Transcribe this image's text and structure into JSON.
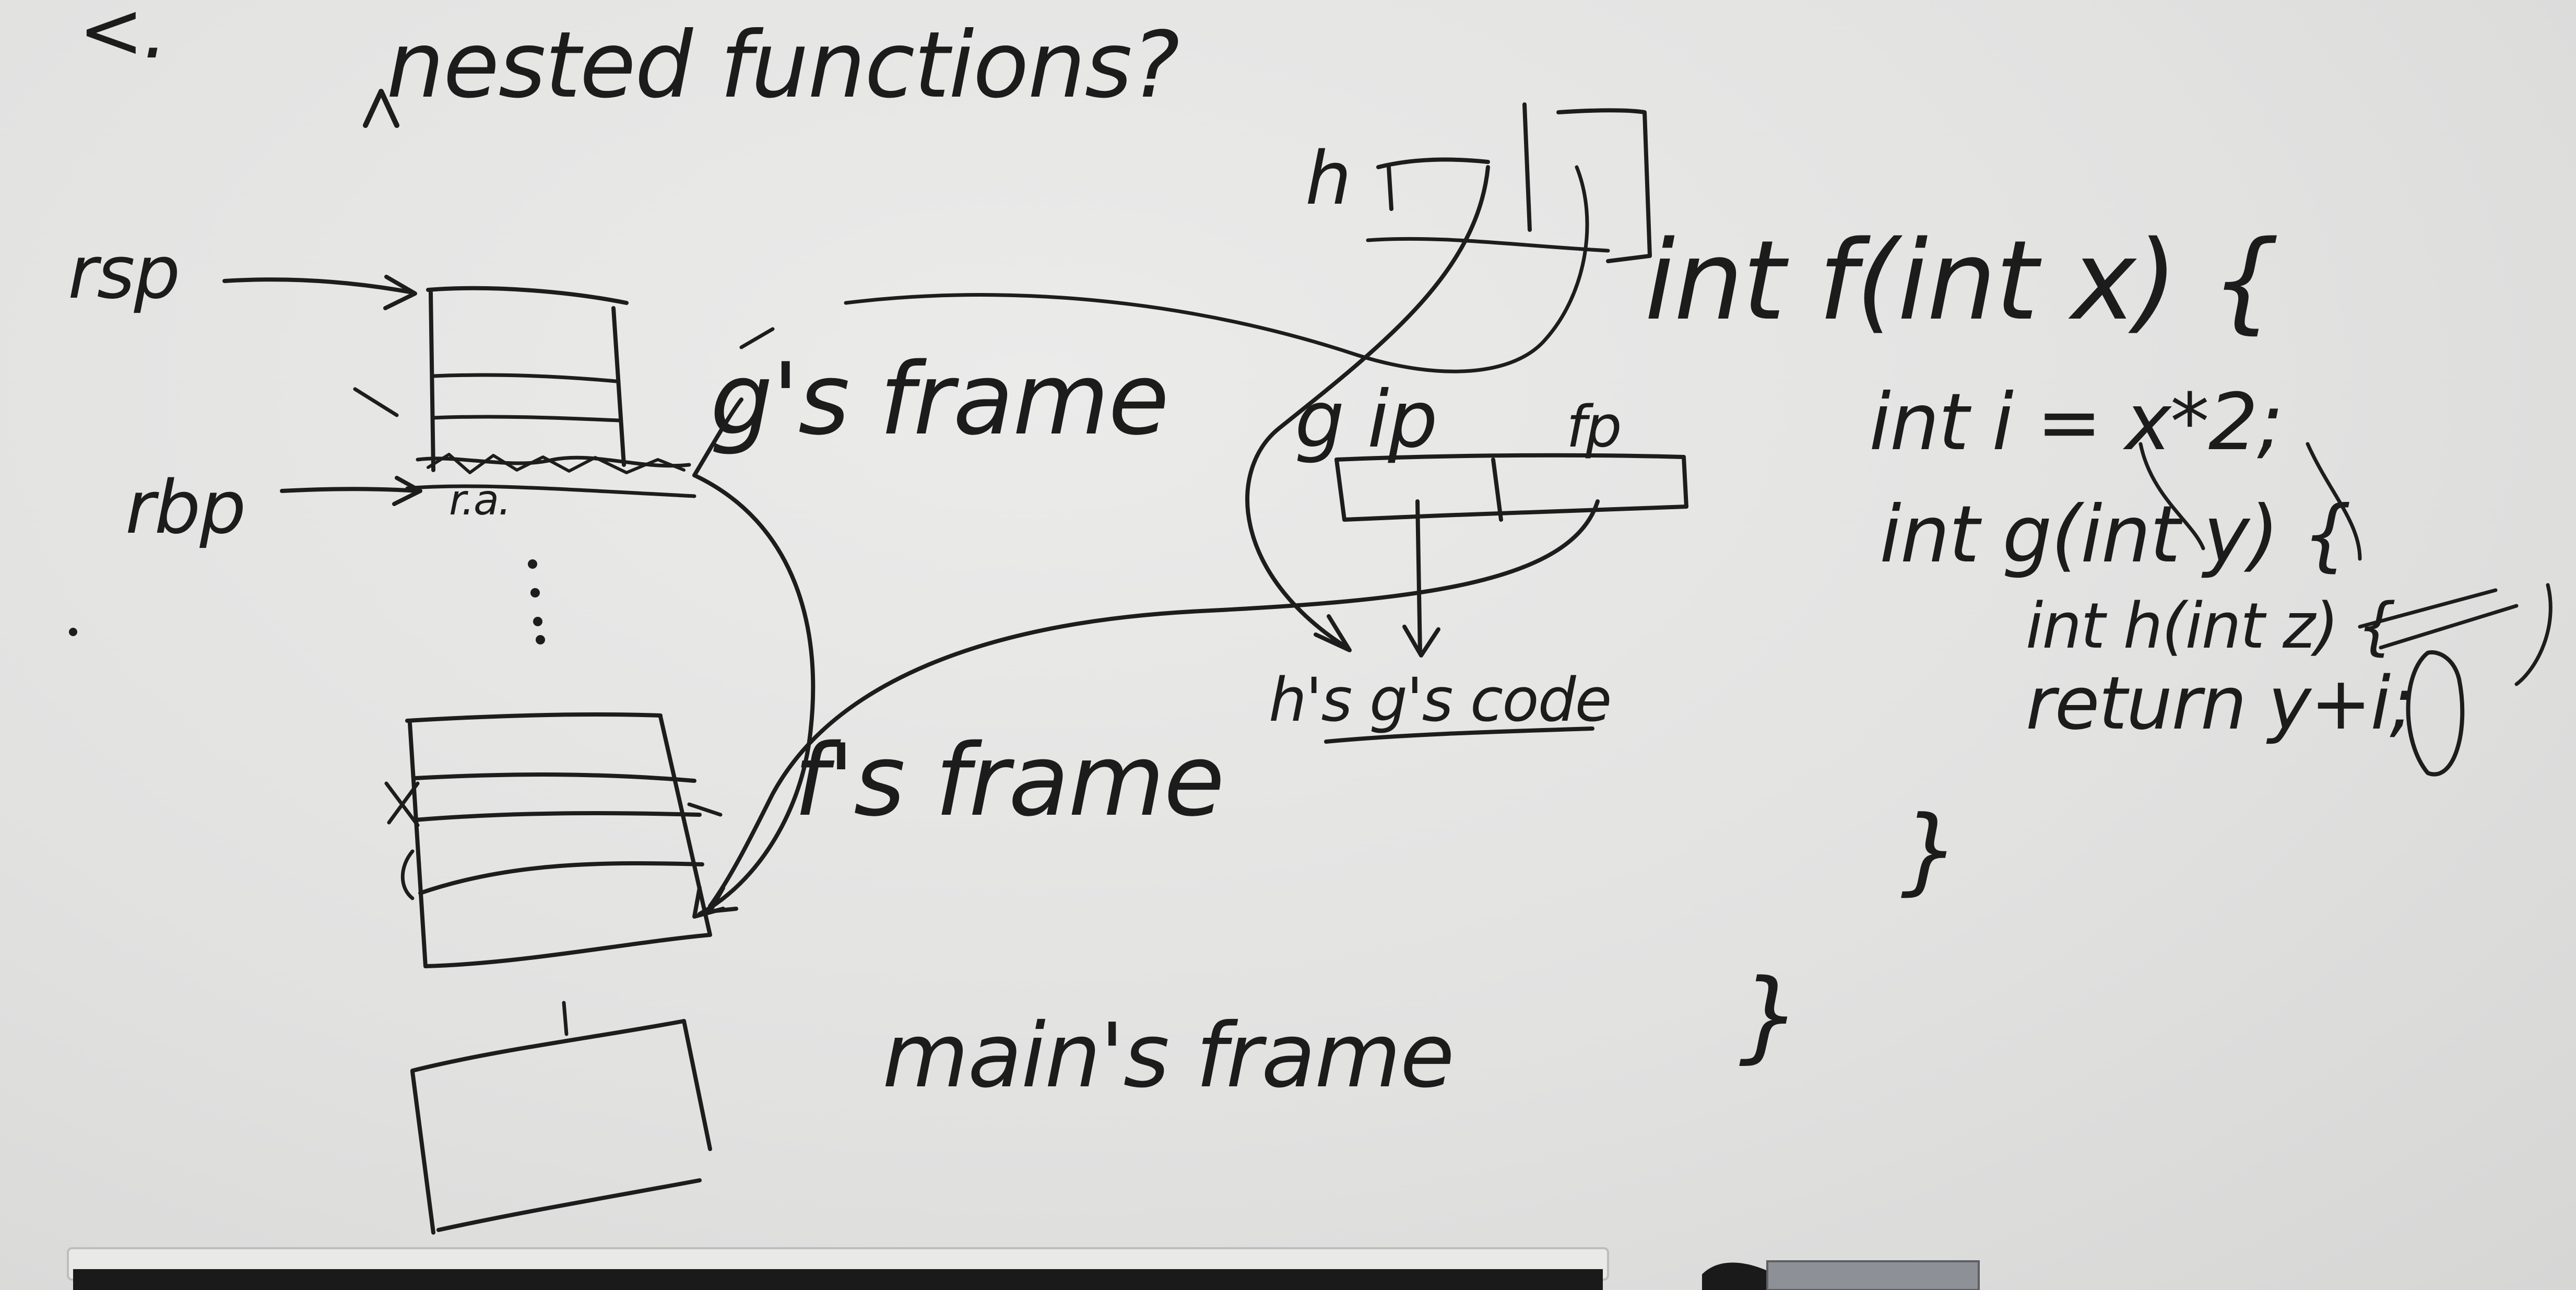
{
  "whiteboard": {
    "title": "nested functions?",
    "title_prefix": "<.",
    "stack": {
      "rsp_label": "rsp",
      "rbp_label": "rbp",
      "ra_label": "r.a.",
      "frames": [
        {
          "label": "g's frame"
        },
        {
          "label": "f's frame"
        },
        {
          "label": "main's frame"
        }
      ]
    },
    "closure": {
      "h_label": "h",
      "pair_labels": [
        "g ip",
        "fp"
      ],
      "code_label": "h's g's code"
    },
    "code": {
      "lines": [
        "int f(int x) {",
        "int i = x*2;",
        "int g(int y) {",
        "int h(int z) {",
        "return y+i;",
        "}",
        "}"
      ]
    }
  },
  "colors": {
    "board": "#e3e3e2",
    "ink": "#1d1d1d",
    "marker_tray": "#1a1a1a",
    "tray_clip": "#8d9096"
  }
}
